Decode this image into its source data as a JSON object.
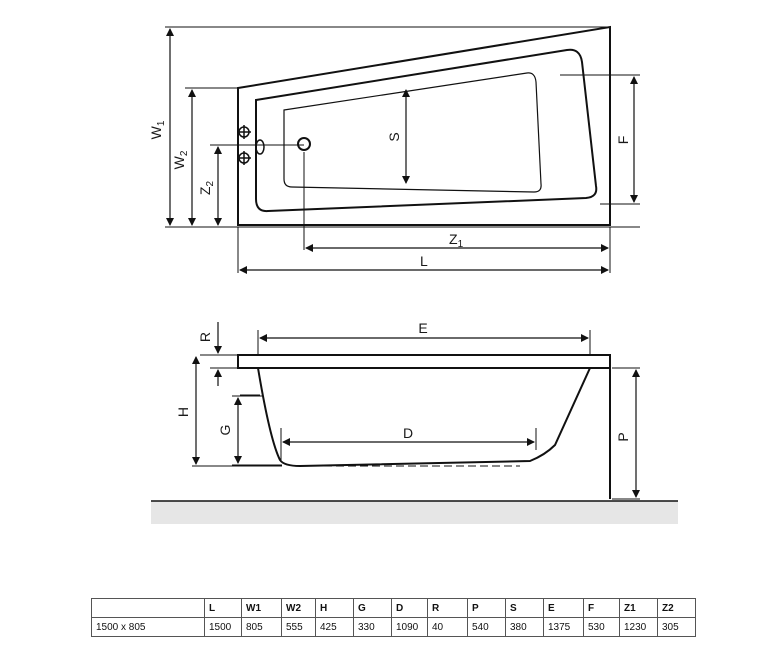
{
  "top_view": {
    "labels": {
      "w1_main": "W",
      "w1_sub": "1",
      "w2_main": "W",
      "w2_sub": "2",
      "z2_main": "Z",
      "z2_sub": "2",
      "s": "S",
      "f": "F",
      "z1_main": "Z",
      "z1_sub": "1",
      "l": "L"
    }
  },
  "side_view": {
    "labels": {
      "r": "R",
      "e": "E",
      "h": "H",
      "g": "G",
      "d": "D",
      "p": "P"
    }
  },
  "table": {
    "headers": [
      "",
      "L",
      "W1",
      "W2",
      "H",
      "G",
      "D",
      "R",
      "P",
      "S",
      "E",
      "F",
      "Z1",
      "Z2"
    ],
    "row": [
      "1500 x 805",
      "1500",
      "805",
      "555",
      "425",
      "330",
      "1090",
      "40",
      "540",
      "380",
      "1375",
      "530",
      "1230",
      "305"
    ]
  }
}
